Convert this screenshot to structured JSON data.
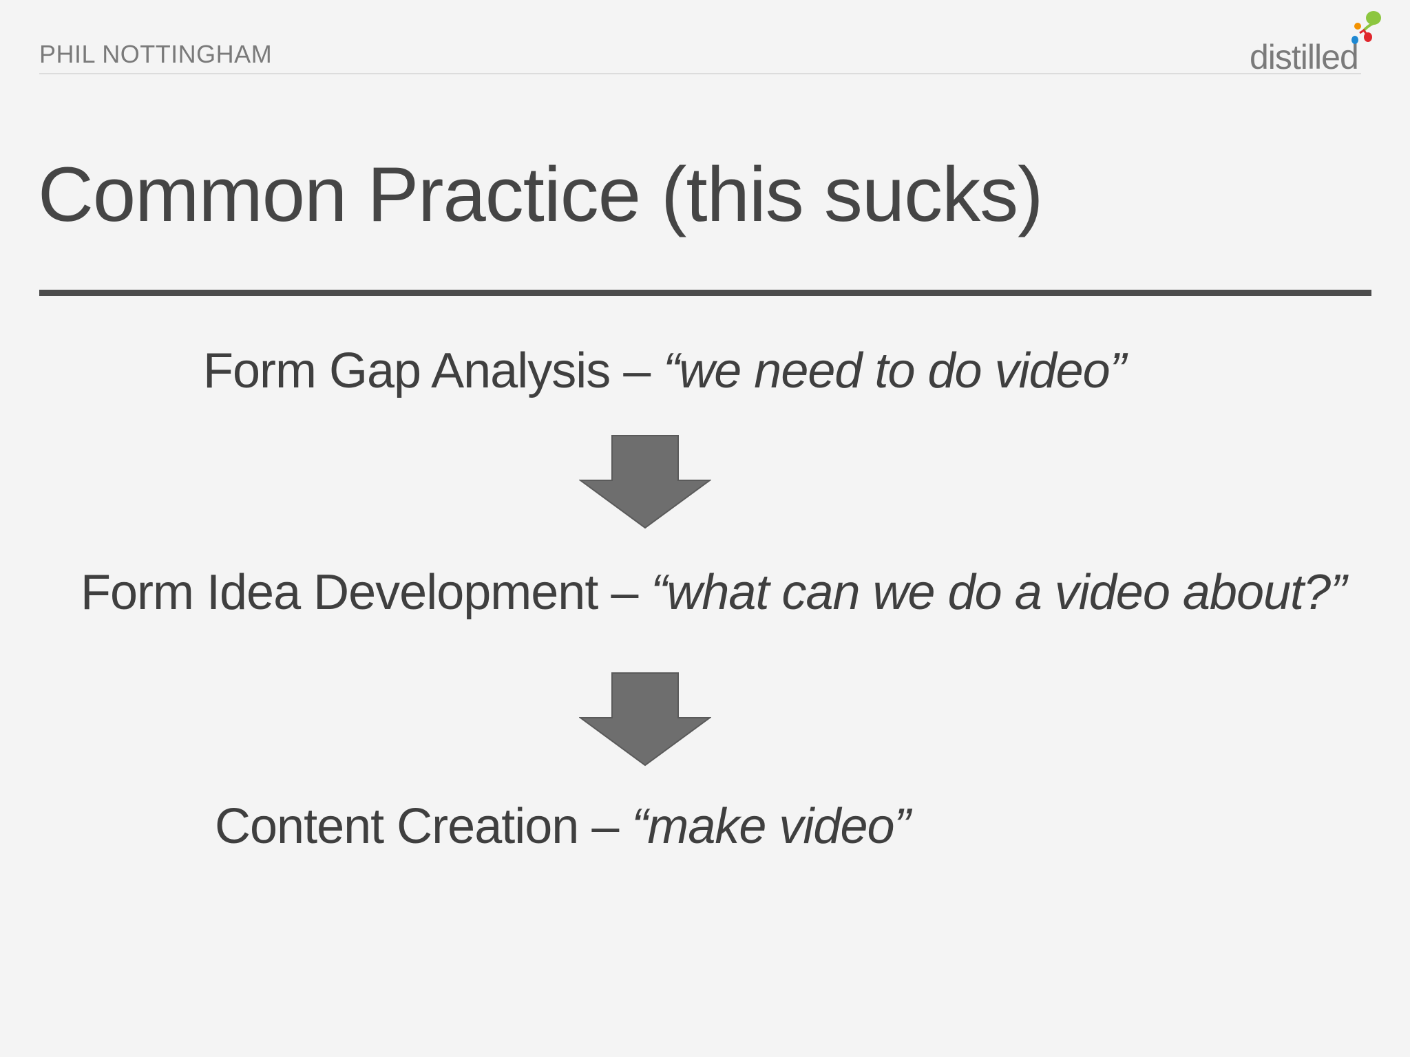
{
  "header": {
    "presenter": "PHIL NOTTINGHAM",
    "logo_text": "distilled"
  },
  "slide": {
    "title": "Common Practice (this sucks)"
  },
  "steps": [
    {
      "label": "Form Gap Analysis – ",
      "quote": "“we need to do video”"
    },
    {
      "label": "Form Idea Development – ",
      "quote": "“what can we do a video about?”"
    },
    {
      "label": "Content Creation – ",
      "quote": "“make video”"
    }
  ],
  "colors": {
    "background": "#f4f4f4",
    "text": "#454545",
    "arrow": "#6e6e6e",
    "logo_green": "#8cc63f",
    "logo_red": "#e0262c",
    "logo_blue": "#1e88d2",
    "logo_orange": "#f39200"
  },
  "icons": [
    "distilled-logo-splash-icon",
    "down-arrow-icon"
  ]
}
